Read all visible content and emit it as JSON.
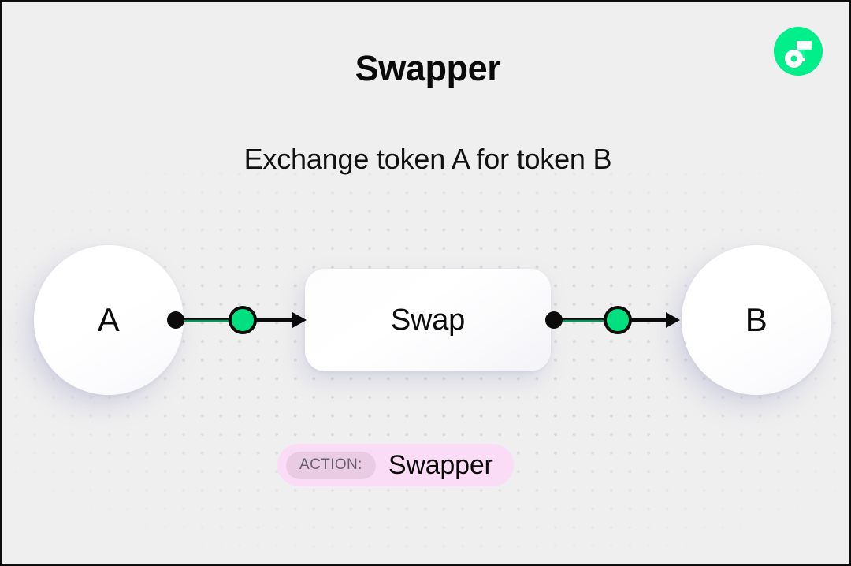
{
  "header": {
    "title": "Swapper",
    "subtitle": "Exchange token A for token B",
    "logo_name": "flow-logo",
    "logo_color": "#00ef8b"
  },
  "diagram": {
    "input_node": {
      "label": "A",
      "name": "token-a-node"
    },
    "process_node": {
      "label": "Swap",
      "name": "swap-node"
    },
    "output_node": {
      "label": "B",
      "name": "token-b-node"
    },
    "connectors": [
      {
        "name": "connector-a-to-swap",
        "from": "A",
        "to": "Swap",
        "port_color": "#000000",
        "midpoint_color": "#00e07e"
      },
      {
        "name": "connector-swap-to-b",
        "from": "Swap",
        "to": "B",
        "port_color": "#000000",
        "midpoint_color": "#00e07e"
      }
    ]
  },
  "action_badge": {
    "key": "ACTION:",
    "value": "Swapper",
    "pill_color": "#fbdcf6",
    "key_pill_color": "#e9cce3"
  },
  "theme": {
    "background": "#efefef",
    "dot_color": "#d6d6d9",
    "accent_green": "#00ef8b"
  }
}
